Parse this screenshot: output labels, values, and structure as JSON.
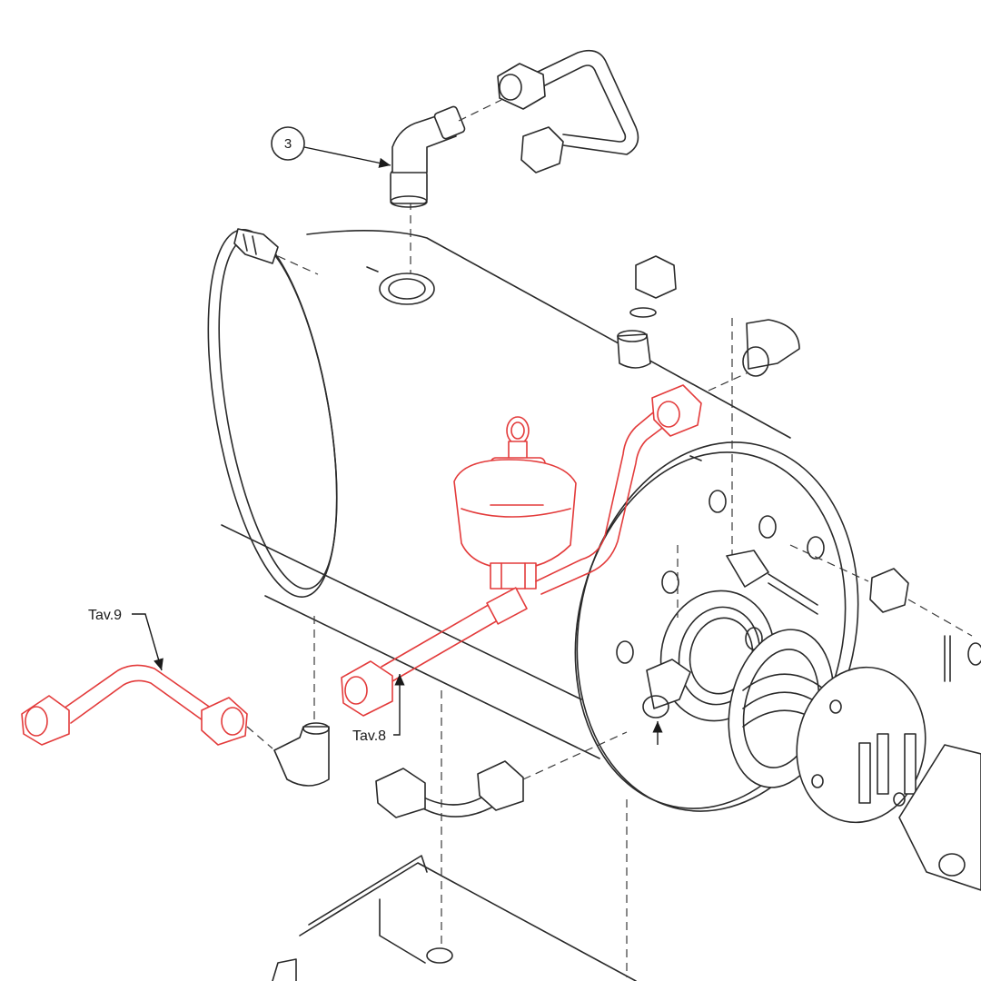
{
  "labels": {
    "callout_number": "3",
    "tav9": "Tav.9",
    "tav8": "Tav.8"
  },
  "colors": {
    "highlight": "#e33b3b",
    "line": "#2a2a2a",
    "background": "#ffffff"
  }
}
